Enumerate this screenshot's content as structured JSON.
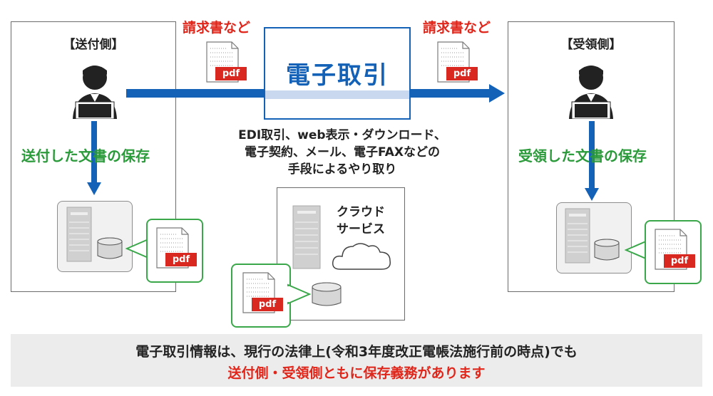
{
  "sender": {
    "title": "【送付側】",
    "storage_label": "送付した文書の保存"
  },
  "receiver": {
    "title": "【受領側】",
    "storage_label": "受領した文書の保存"
  },
  "document_label_left": "請求書など",
  "document_label_right": "請求書など",
  "center_title": "電子取引",
  "means": {
    "line1": "EDI取引、web表示・ダウンロード、",
    "line2": "電子契約、メール、電子FAXなどの",
    "line3": "手段によるやり取り"
  },
  "cloud": {
    "line1": "クラウド",
    "line2": "サービス"
  },
  "file_tag": "pdf",
  "footer": {
    "line1": "電子取引情報は、現行の法律上(令和3年度改正電帳法施行前の時点)でも",
    "line2": "送付側・受領側ともに保存義務があります"
  },
  "colors": {
    "blue": "#1462b8",
    "green": "#2a9a3a",
    "red": "#e0261b"
  }
}
